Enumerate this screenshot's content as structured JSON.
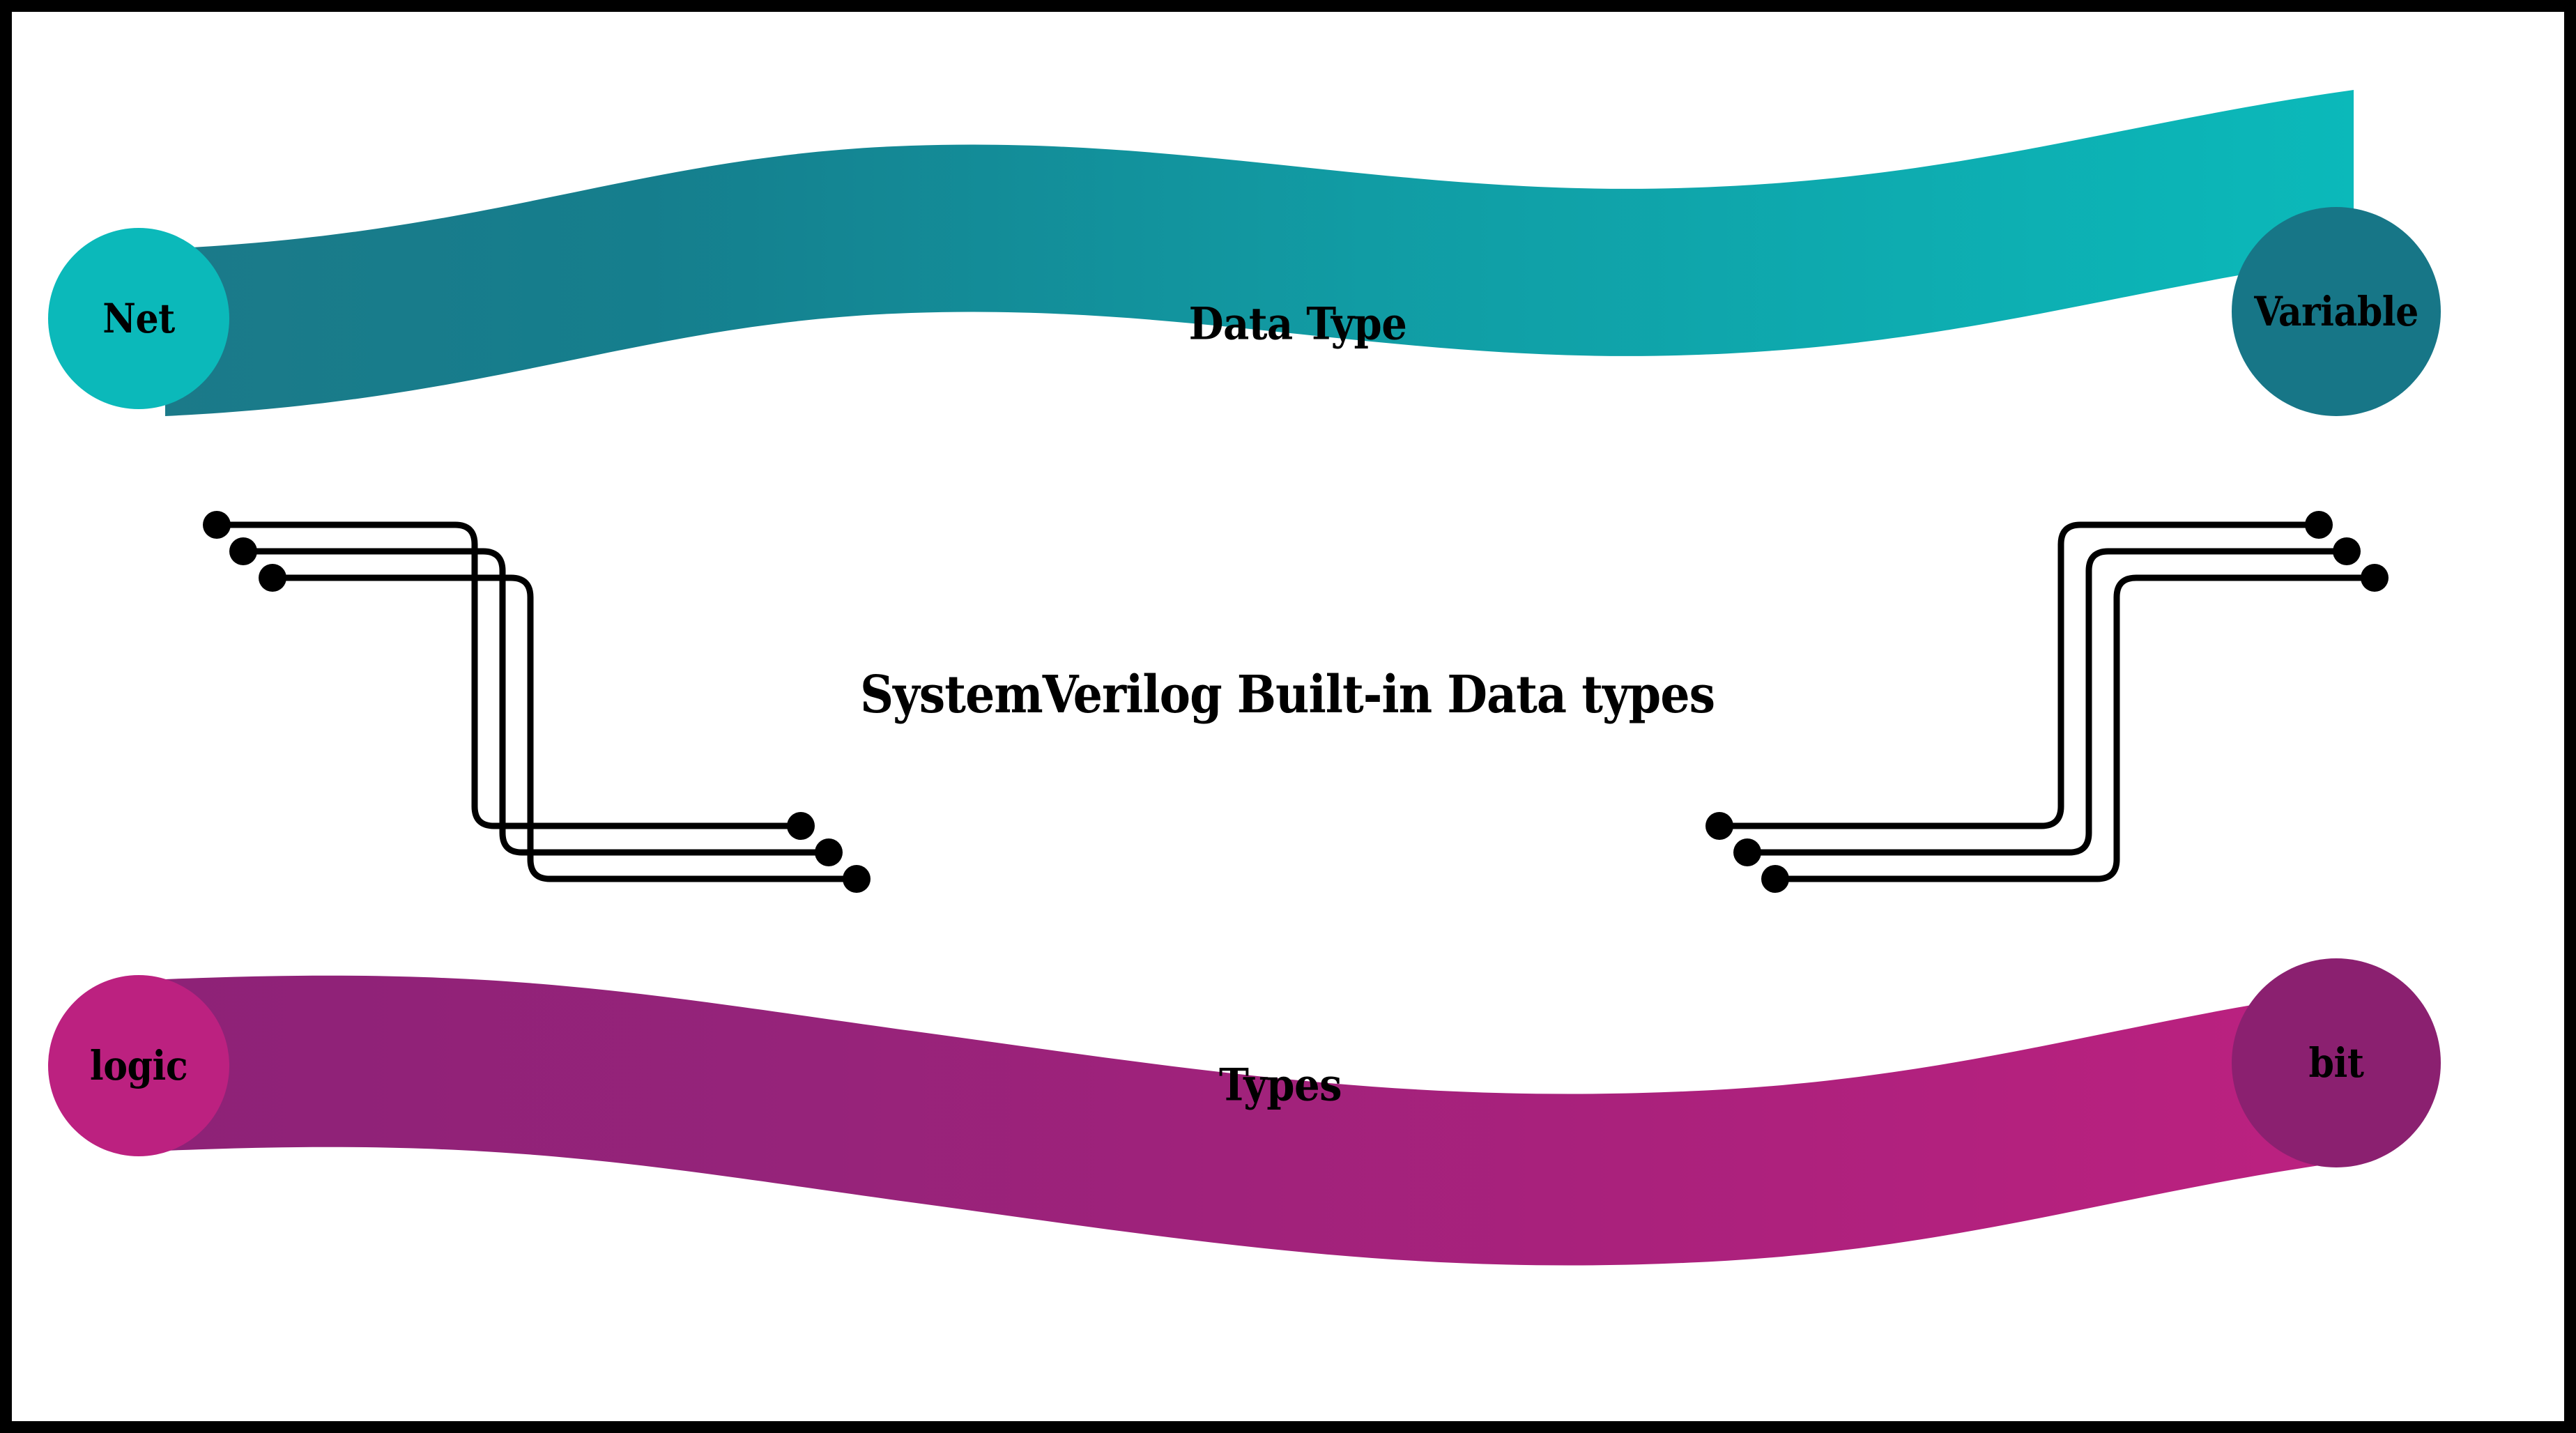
{
  "diagram": {
    "title": "SystemVerilog Built-in Data types",
    "border_color": "#000000",
    "background_color": "#ffffff"
  },
  "bands": [
    {
      "id": "data-type",
      "label": "Data Type",
      "color_start": "#177687",
      "color_end": "#0BB9BA",
      "left_node": {
        "label": "Net",
        "color": "#0BB9BA"
      },
      "right_node": {
        "label": "Variable",
        "color": "#177687"
      }
    },
    {
      "id": "types",
      "label": "Types",
      "color_start": "#8E2277",
      "color_end": "#BC2180",
      "left_node": {
        "label": "logic",
        "color": "#BC2180"
      },
      "right_node": {
        "label": "bit",
        "color": "#8B2070"
      }
    }
  ],
  "connectors": {
    "line_color": "#000000",
    "dot_color": "#000000",
    "left_group": {
      "count": 3,
      "direction": "down-right"
    },
    "right_group": {
      "count": 3,
      "direction": "up-right"
    }
  }
}
